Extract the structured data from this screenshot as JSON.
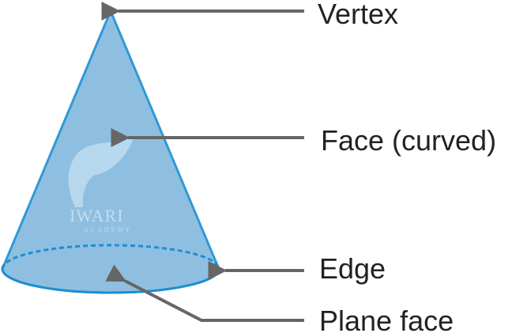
{
  "labels": {
    "vertex": "Vertex",
    "curved_face": "Face (curved)",
    "edge": "Edge",
    "plane_face": "Plane face"
  },
  "watermark": {
    "name": "IWARI",
    "subtitle": "ACADEMY"
  },
  "colors": {
    "cone_fill": "#8fbfe0",
    "cone_outline": "#2f9ad6",
    "base_edge": "#1e8ed4",
    "arrow": "#666666",
    "text": "#222222"
  }
}
